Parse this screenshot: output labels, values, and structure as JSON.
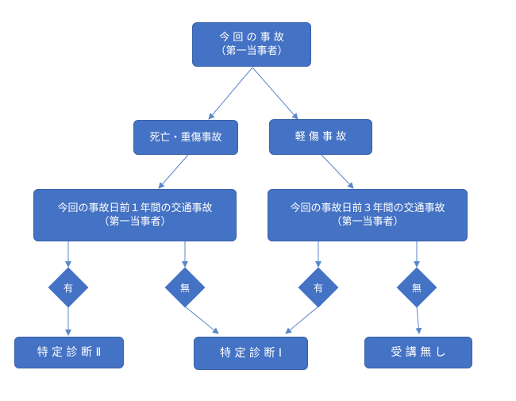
{
  "nodes": {
    "root": {
      "line1": "今 回 の 事 故",
      "line2": "（第一当事者）"
    },
    "severe": {
      "label": "死亡・重傷事故"
    },
    "minor": {
      "label": "軽 傷 事 故"
    },
    "history1": {
      "line1": "今回の事故日前１年間の交通事故",
      "line2": "（第一当事者）"
    },
    "history3": {
      "line1": "今回の事故日前３年間の交通事故",
      "line2": "（第一当事者）"
    },
    "diamond_yes_1": {
      "label": "有"
    },
    "diamond_no_1": {
      "label": "無"
    },
    "diamond_yes_3": {
      "label": "有"
    },
    "diamond_no_3": {
      "label": "無"
    },
    "result_special2": {
      "label": "特 定 診 断 Ⅱ"
    },
    "result_special1": {
      "label": "特 定 診 断 Ⅰ"
    },
    "result_none": {
      "label": "受 講 無 し"
    }
  },
  "colors": {
    "box_fill": "#4472c4",
    "line": "#5b86c9"
  }
}
